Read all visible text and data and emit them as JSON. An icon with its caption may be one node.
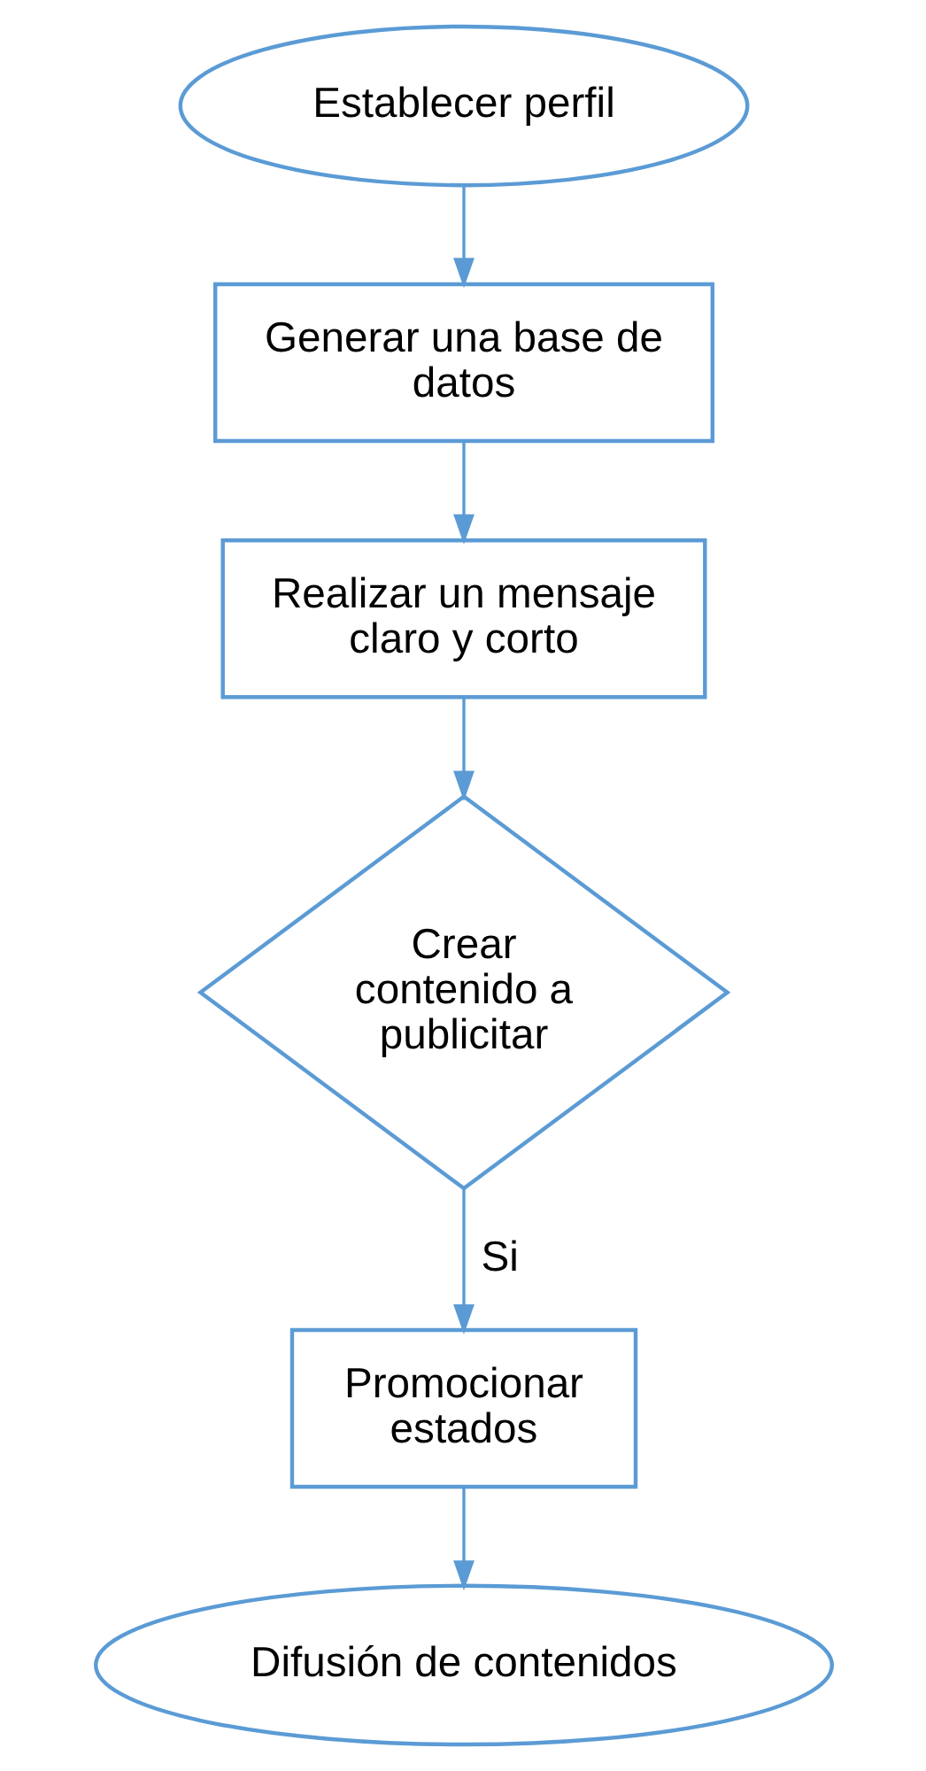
{
  "diagram": {
    "nodes": [
      {
        "text": [
          "Establecer perfil"
        ]
      },
      {
        "text": [
          "Generar una base de datos"
        ]
      },
      {
        "text": [
          "Realizar un mensaje claro y corto"
        ]
      },
      {
        "text": [
          "Crear contenido a publicitar"
        ]
      },
      {
        "text": [
          "Promocionar estados"
        ]
      },
      {
        "text": [
          "Difusión de contenidos"
        ]
      }
    ],
    "edges": [
      {
        "from": 0,
        "to": 1,
        "arrow": "to"
      },
      {
        "from": 1,
        "to": 2,
        "arrow": "to"
      },
      {
        "from": 2,
        "to": 3,
        "arrow": "to"
      },
      {
        "from": 3,
        "to": 4,
        "arrow": "to",
        "label": "Si"
      },
      {
        "from": 4,
        "to": 5,
        "arrow": "to"
      }
    ]
  }
}
